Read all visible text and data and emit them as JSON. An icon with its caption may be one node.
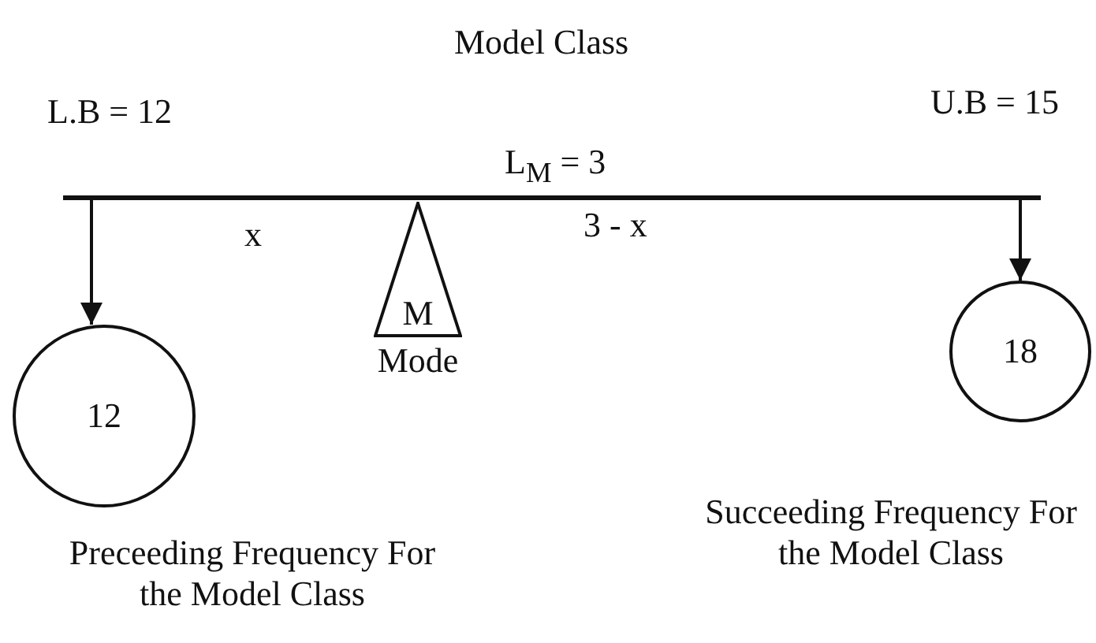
{
  "diagram": {
    "title": "Model Class",
    "nodes": [
      {
        "text": [],
        "shape": "bar"
      },
      {
        "text": [
          "M"
        ],
        "beside": [
          "Mode"
        ]
      },
      {
        "text": [
          "12"
        ],
        "beside": [
          "Preceeding Frequency For the Model Class"
        ]
      },
      {
        "text": [
          "18"
        ],
        "beside": [
          "Succeeding Frequency For the Model Class"
        ]
      }
    ],
    "edges": [
      {
        "from": 0,
        "to": 2,
        "arrow": "to"
      },
      {
        "from": 0,
        "to": 3,
        "arrow": "to"
      }
    ],
    "labels": [
      "L.B = 12",
      "U.B = 15",
      "L$_{M}$ = 3",
      "x",
      "3 - x"
    ]
  }
}
